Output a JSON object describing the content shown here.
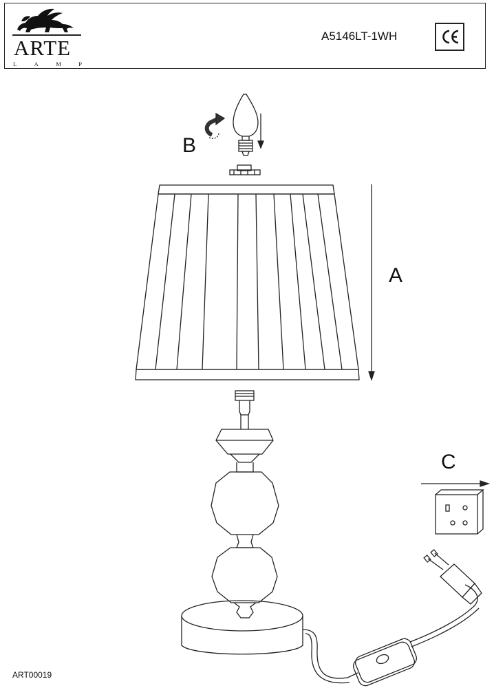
{
  "brand": {
    "name": "ARTE",
    "sub": [
      "L",
      "A",
      "M",
      "P"
    ]
  },
  "model": "A5146LT-1WH",
  "certification": "CE",
  "labels": {
    "a": "A",
    "b": "B",
    "c": "C"
  },
  "footer_code": "ART00019",
  "icons": [
    "lion-logo-icon",
    "ce-mark-icon",
    "rotate-arrow-icon",
    "candle-bulb-icon",
    "down-arrow-icon",
    "lamp-shade-icon",
    "lamp-base-icon",
    "wall-socket-icon",
    "plug-icon",
    "inline-switch-icon",
    "right-arrow-icon"
  ]
}
